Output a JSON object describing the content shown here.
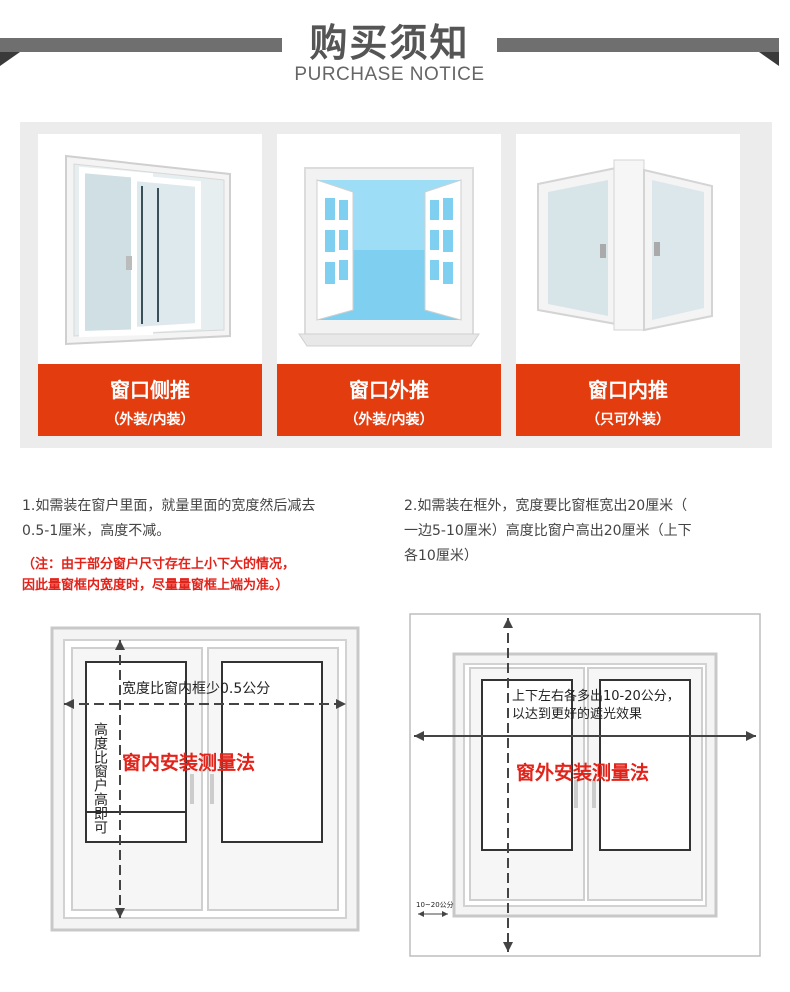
{
  "header": {
    "title": "购买须知",
    "subtitle": "PURCHASE NOTICE"
  },
  "cards": [
    {
      "title": "窗口侧推",
      "sub": "（外装/内装）"
    },
    {
      "title": "窗口外推",
      "sub": "（外装/内装）"
    },
    {
      "title": "窗口内推",
      "sub": "（只可外装）"
    }
  ],
  "notes": {
    "left_line1": "1.如需装在窗户里面，就量里面的宽度然后减去",
    "left_line2": "0.5-1厘米，高度不减。",
    "warn_line1": "（注：由于部分窗户尺寸存在上小下大的情况，",
    "warn_line2": "因此量窗框内宽度时，尽量量窗框上端为准。）",
    "right_line1": "2.如需装在框外，宽度要比窗框宽出20厘米（",
    "right_line2": "一边5-10厘米）高度比窗户高出20厘米（上下",
    "right_line3": "各10厘米）"
  },
  "diagram_inside": {
    "width_label": "宽度比窗内框少0.5公分",
    "height_label": "高度比窗户高即可",
    "method": "窗内安装测量法"
  },
  "diagram_outside": {
    "label_line1": "上下左右各多出10-20公分，",
    "label_line2": "以达到更好的遮光效果",
    "method": "窗外安装测量法",
    "scale": "10~20公分"
  },
  "colors": {
    "accent": "#e23c0f",
    "warn": "#e2231a",
    "header_bar": "#6f6f6f"
  }
}
